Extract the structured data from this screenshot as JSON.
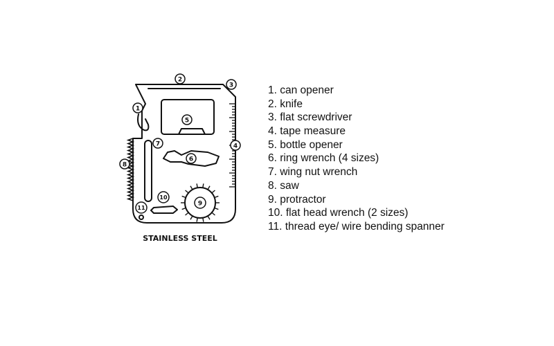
{
  "diagram": {
    "material_label": "STAINLESS STEEL",
    "callouts": [
      "1",
      "2",
      "3",
      "4",
      "5",
      "6",
      "7",
      "8",
      "9",
      "10",
      "11"
    ]
  },
  "legend": {
    "items": [
      "1. can opener",
      "2. knife",
      "3. flat screwdriver",
      "4. tape measure",
      "5. bottle opener",
      "6. ring wrench (4 sizes)",
      "7. wing nut wrench",
      "8. saw",
      "9. protractor",
      "10. flat head wrench (2 sizes)",
      "11. thread eye/ wire bending spanner"
    ]
  },
  "colors": {
    "ink": "#111111",
    "background": "#ffffff"
  }
}
